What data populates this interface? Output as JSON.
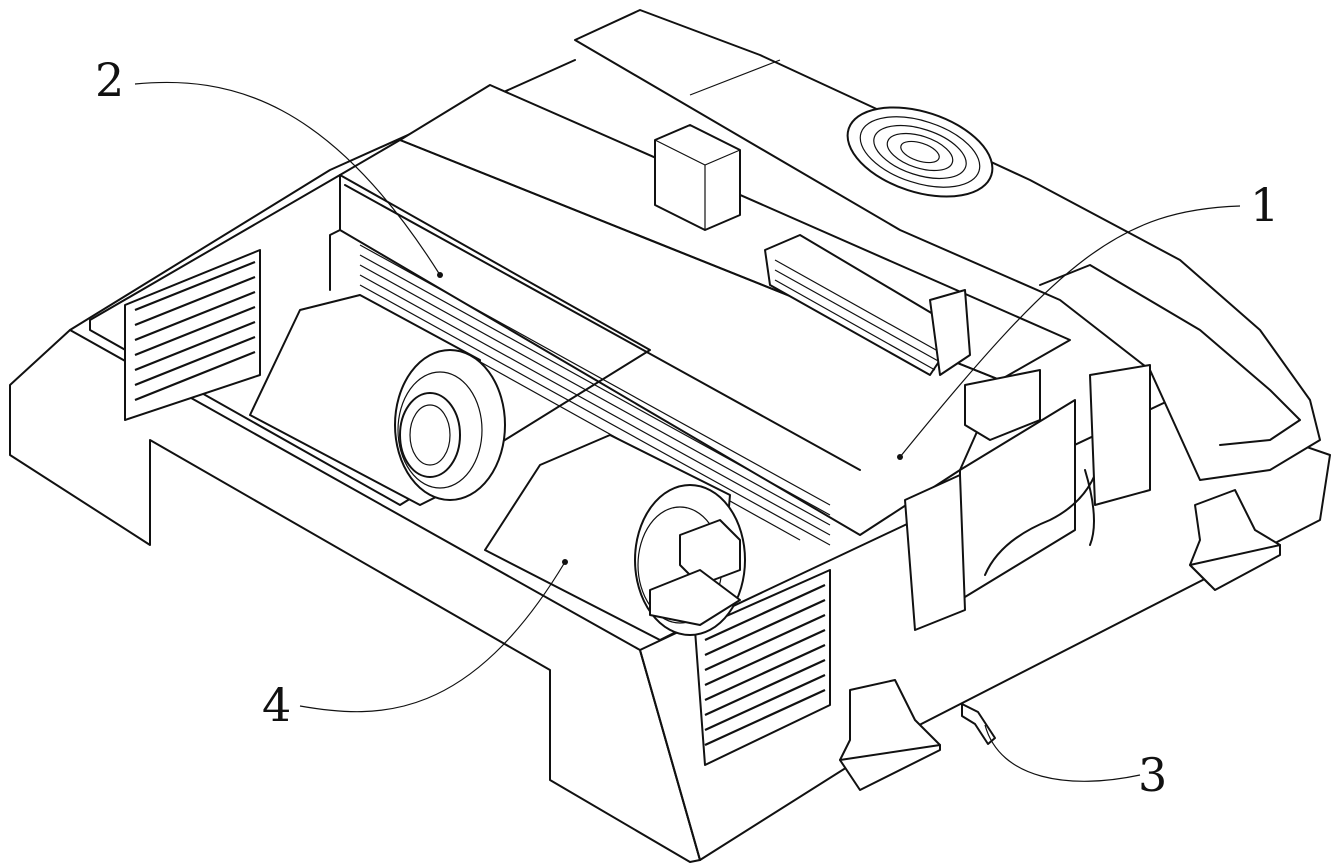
{
  "figure": {
    "callouts": [
      {
        "id": "c1",
        "label": "1"
      },
      {
        "id": "c2",
        "label": "2"
      },
      {
        "id": "c3",
        "label": "3"
      },
      {
        "id": "c4",
        "label": "4"
      }
    ],
    "icons": [
      "blower-fan-icon",
      "condenser-fan-guard-icon",
      "coil-fins-icon",
      "drain-pipe-icon",
      "mounting-bracket-icon"
    ]
  }
}
